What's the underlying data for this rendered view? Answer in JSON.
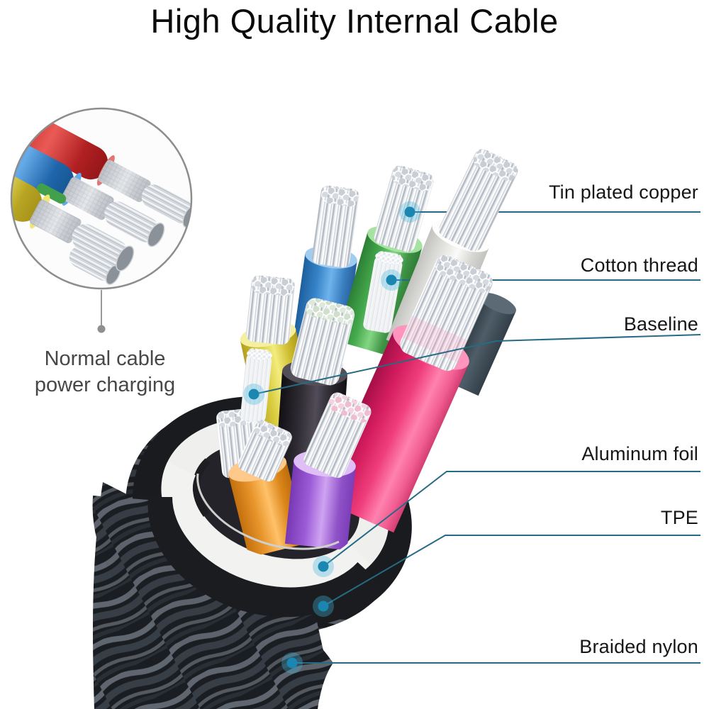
{
  "title": "High Quality Internal Cable",
  "inset": {
    "caption_line1": "Normal cable",
    "caption_line2": "power charging",
    "wire_colors": [
      "#c32b2b",
      "#2c7fc9",
      "#cfc034",
      "#42a04a"
    ]
  },
  "callouts": [
    {
      "id": "tin-plated-copper",
      "label": "Tin plated copper"
    },
    {
      "id": "cotton-thread",
      "label": "Cotton thread"
    },
    {
      "id": "baseline",
      "label": "Baseline"
    },
    {
      "id": "aluminum-foil",
      "label": "Aluminum foil"
    },
    {
      "id": "tpe",
      "label": "TPE"
    },
    {
      "id": "braided-nylon",
      "label": "Braided nylon"
    }
  ],
  "cable": {
    "inner_wires": [
      {
        "name": "blue",
        "color": "#3784c9"
      },
      {
        "name": "green",
        "color": "#45a94d"
      },
      {
        "name": "white",
        "color": "#fafaf8"
      },
      {
        "name": "yellow",
        "color": "#d8ca3c"
      },
      {
        "name": "black",
        "color": "#2e2b32"
      },
      {
        "name": "pink",
        "color": "#ef3e7b"
      },
      {
        "name": "orange",
        "color": "#e8952b"
      },
      {
        "name": "purple",
        "color": "#9c5bd6"
      }
    ]
  },
  "colors": {
    "leader_line": "#266b84",
    "callout_dot": "#1a87b2",
    "title_text": "#0b0b0b",
    "label_text": "#161616",
    "caption_text": "#474747",
    "background": "#ffffff"
  }
}
